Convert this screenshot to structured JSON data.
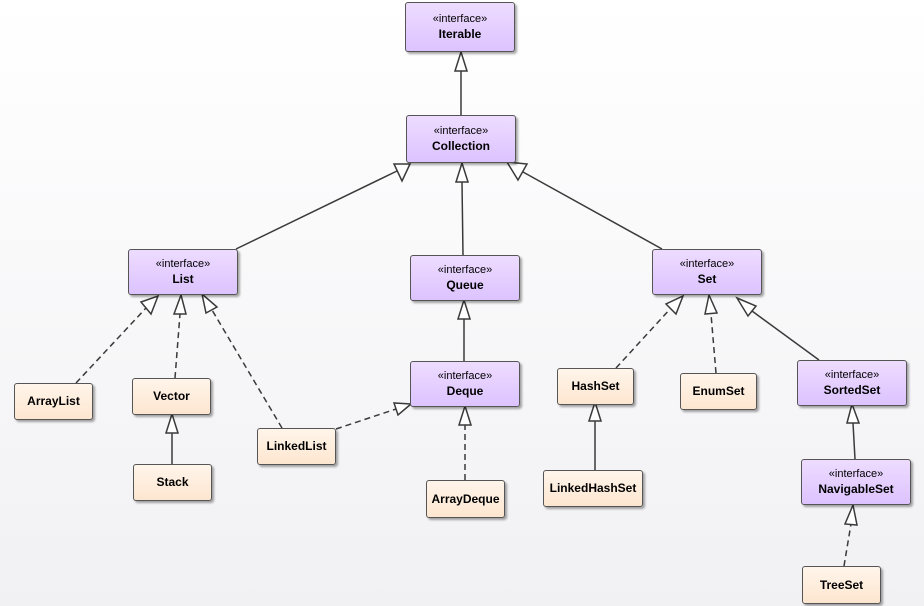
{
  "nodes": {
    "iterable": {
      "stereotype": "«interface»",
      "name": "Iterable"
    },
    "collection": {
      "stereotype": "«interface»",
      "name": "Collection"
    },
    "list": {
      "stereotype": "«interface»",
      "name": "List"
    },
    "queue": {
      "stereotype": "«interface»",
      "name": "Queue"
    },
    "set": {
      "stereotype": "«interface»",
      "name": "Set"
    },
    "deque": {
      "stereotype": "«interface»",
      "name": "Deque"
    },
    "sortedset": {
      "stereotype": "«interface»",
      "name": "SortedSet"
    },
    "navigableset": {
      "stereotype": "«interface»",
      "name": "NavigableSet"
    },
    "arraylist": {
      "name": "ArrayList"
    },
    "vector": {
      "name": "Vector"
    },
    "stack": {
      "name": "Stack"
    },
    "linkedlist": {
      "name": "LinkedList"
    },
    "arraydeque": {
      "name": "ArrayDeque"
    },
    "hashset": {
      "name": "HashSet"
    },
    "enumset": {
      "name": "EnumSet"
    },
    "linkedhashset": {
      "name": "LinkedHashSet"
    },
    "treeset": {
      "name": "TreeSet"
    }
  },
  "relations": [
    {
      "from": "Collection",
      "to": "Iterable",
      "type": "extends"
    },
    {
      "from": "List",
      "to": "Collection",
      "type": "extends"
    },
    {
      "from": "Queue",
      "to": "Collection",
      "type": "extends"
    },
    {
      "from": "Set",
      "to": "Collection",
      "type": "extends"
    },
    {
      "from": "ArrayList",
      "to": "List",
      "type": "implements"
    },
    {
      "from": "Vector",
      "to": "List",
      "type": "implements"
    },
    {
      "from": "LinkedList",
      "to": "List",
      "type": "implements"
    },
    {
      "from": "Stack",
      "to": "Vector",
      "type": "extends"
    },
    {
      "from": "Deque",
      "to": "Queue",
      "type": "extends"
    },
    {
      "from": "LinkedList",
      "to": "Deque",
      "type": "implements"
    },
    {
      "from": "ArrayDeque",
      "to": "Deque",
      "type": "implements"
    },
    {
      "from": "HashSet",
      "to": "Set",
      "type": "implements"
    },
    {
      "from": "EnumSet",
      "to": "Set",
      "type": "implements"
    },
    {
      "from": "SortedSet",
      "to": "Set",
      "type": "extends"
    },
    {
      "from": "LinkedHashSet",
      "to": "HashSet",
      "type": "extends"
    },
    {
      "from": "NavigableSet",
      "to": "SortedSet",
      "type": "extends"
    },
    {
      "from": "TreeSet",
      "to": "NavigableSet",
      "type": "implements"
    }
  ],
  "colors": {
    "interface_fill": "#dcc3ff",
    "class_fill": "#fde6d0",
    "edge": "#3a3a3a"
  }
}
